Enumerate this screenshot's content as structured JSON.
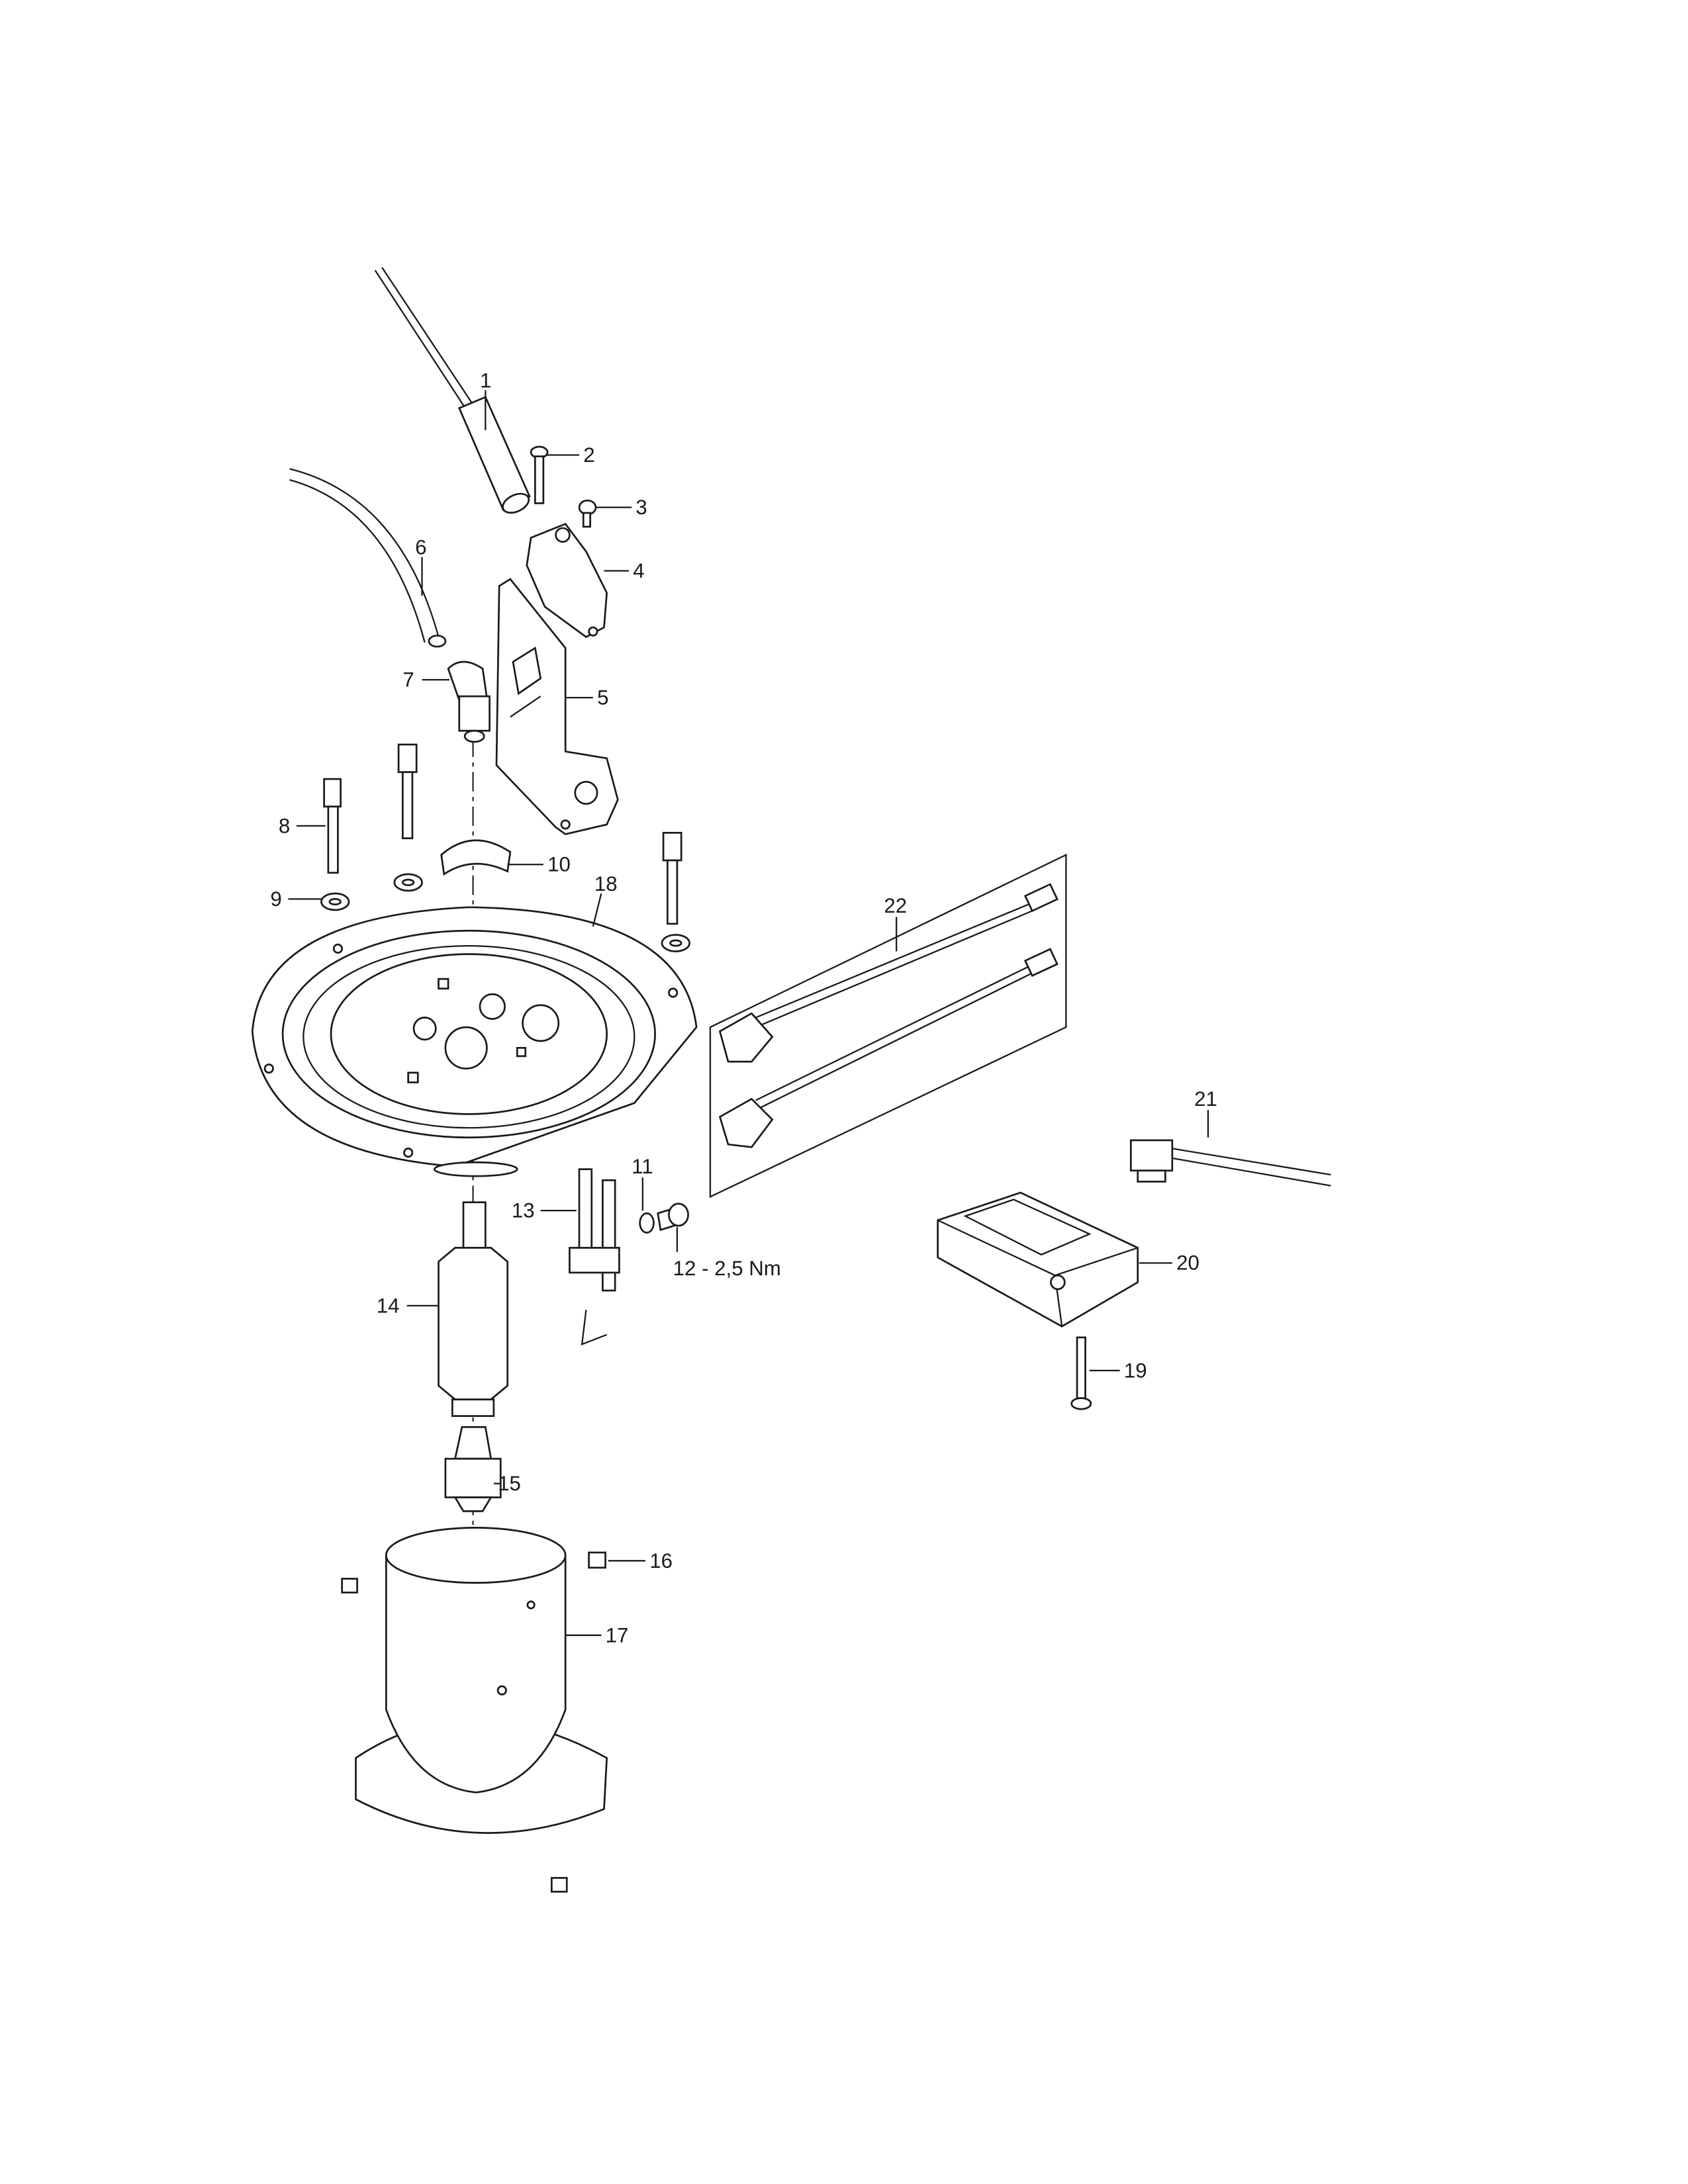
{
  "diagram": {
    "type": "exploded parts diagram",
    "callouts": [
      {
        "id": "1",
        "label": "1"
      },
      {
        "id": "2",
        "label": "2"
      },
      {
        "id": "3",
        "label": "3"
      },
      {
        "id": "4",
        "label": "4"
      },
      {
        "id": "5",
        "label": "5"
      },
      {
        "id": "6",
        "label": "6"
      },
      {
        "id": "7",
        "label": "7"
      },
      {
        "id": "8",
        "label": "8"
      },
      {
        "id": "9",
        "label": "9"
      },
      {
        "id": "10",
        "label": "10"
      },
      {
        "id": "11",
        "label": "11"
      },
      {
        "id": "12",
        "label": "12 - 2,5 Nm"
      },
      {
        "id": "13",
        "label": "13"
      },
      {
        "id": "14",
        "label": "14"
      },
      {
        "id": "15",
        "label": "15"
      },
      {
        "id": "16",
        "label": "16"
      },
      {
        "id": "17",
        "label": "17"
      },
      {
        "id": "18",
        "label": "18"
      },
      {
        "id": "19",
        "label": "19"
      },
      {
        "id": "20",
        "label": "20"
      },
      {
        "id": "21",
        "label": "21"
      },
      {
        "id": "22",
        "label": "22"
      }
    ]
  }
}
